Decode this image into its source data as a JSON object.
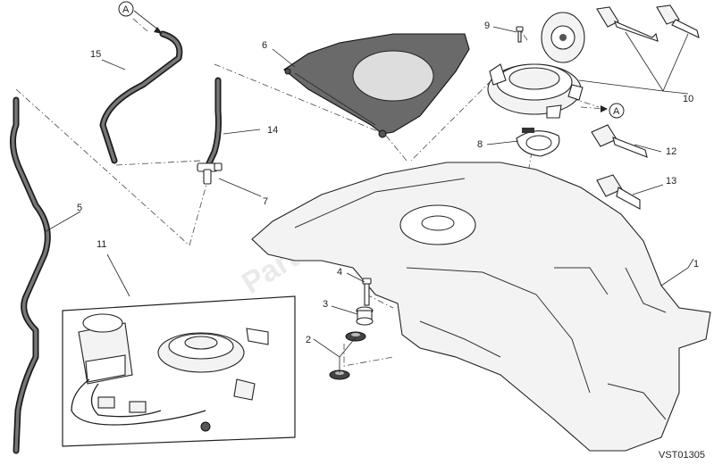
{
  "callouts": {
    "c1": "1",
    "c2": "2",
    "c3": "3",
    "c4": "4",
    "c5": "5",
    "c6": "6",
    "c7": "7",
    "c8": "8",
    "c9": "9",
    "c10": "10",
    "c11": "11",
    "c12": "12",
    "c13": "13",
    "c14": "14",
    "c15": "15"
  },
  "refs": {
    "a_top": "A",
    "a_right": "A"
  },
  "drawing_code": "VST01305",
  "watermark": "PartsRepublik"
}
